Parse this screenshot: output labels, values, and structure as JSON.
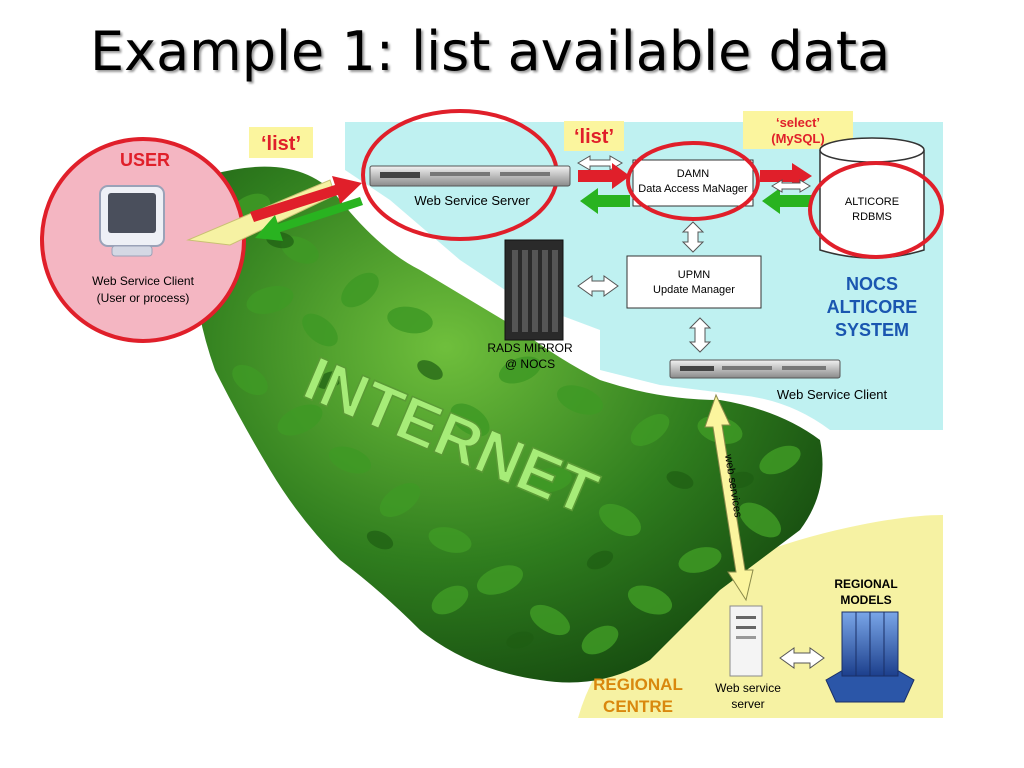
{
  "title": "Example 1: list available data",
  "user": {
    "heading": "USER",
    "client_line1": "Web Service Client",
    "client_line2": "(User or process)"
  },
  "list_label_left": "‘list’",
  "list_label_right": "‘list’",
  "select_line1": "‘select’",
  "select_line2": "(MySQL)",
  "web_service_server": "Web Service Server",
  "damn_line1": "DAMN",
  "damn_line2": "Data Access MaNager",
  "alticore_line1": "ALTICORE",
  "alticore_line2": "RDBMS",
  "upmn_line1": "UPMN",
  "upmn_line2": "Update Manager",
  "rads_line1": "RADS MIRROR",
  "rads_line2": "@ NOCS",
  "nocs_line1": "NOCS",
  "nocs_line2": "ALTICORE",
  "nocs_line3": "SYSTEM",
  "web_service_client": "Web Service Client",
  "internet": "INTERNET",
  "web_services": "web services",
  "regional_models_line1": "REGIONAL",
  "regional_models_line2": "MODELS",
  "regional_centre_line1": "REGIONAL",
  "regional_centre_line2": "CENTRE",
  "web_service_srv_line1": "Web service",
  "web_service_srv_line2": "server",
  "colors": {
    "nocs_bg": "#bff1f1",
    "user_bg": "#f4b6c2",
    "regional_bg": "#f6f2a3",
    "highlight_red": "#e01f2a",
    "flow_green": "#29b320",
    "label_yellow": "#fbf59e",
    "blue_text": "#1a56b0",
    "orange_text": "#d9880e"
  }
}
